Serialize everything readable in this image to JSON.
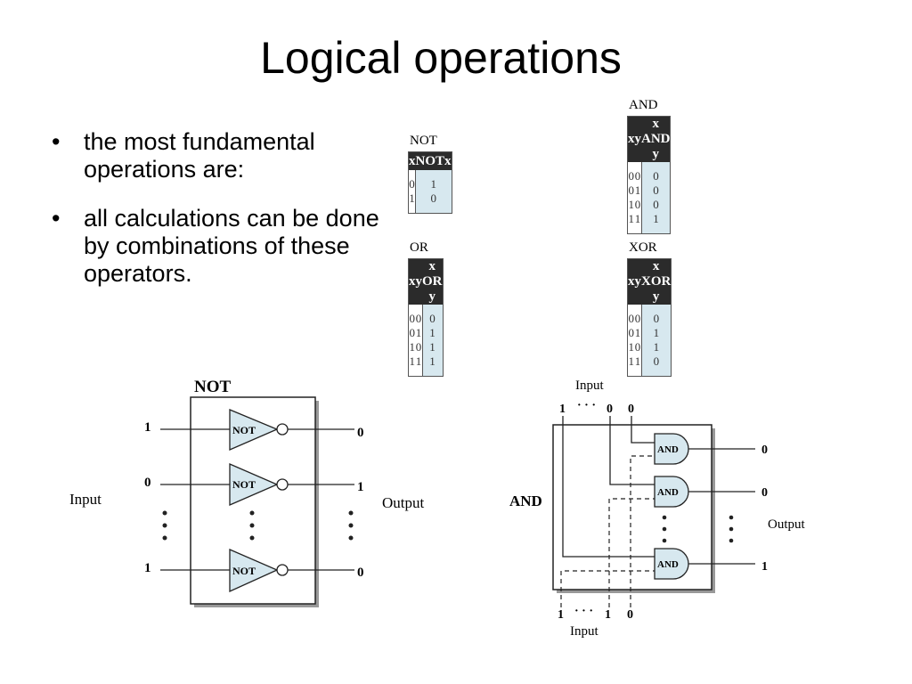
{
  "slide": {
    "title": "Logical operations",
    "bullets": [
      "the most fundamental operations are:",
      "all calculations can be done by combinations of these operators."
    ],
    "bullet_char": "•"
  },
  "tables": {
    "not": {
      "caption": "NOT",
      "headers": [
        "x",
        "NOTx"
      ],
      "rows": [
        [
          "0",
          "1"
        ],
        [
          "1",
          "0"
        ]
      ]
    },
    "and": {
      "caption": "AND",
      "headers": [
        "x",
        "y",
        "x  AND  y"
      ],
      "rows": [
        [
          "0",
          "0",
          "0"
        ],
        [
          "0",
          "1",
          "0"
        ],
        [
          "1",
          "0",
          "0"
        ],
        [
          "1",
          "1",
          "1"
        ]
      ]
    },
    "or": {
      "caption": "OR",
      "headers": [
        "x",
        "y",
        "x   OR   y"
      ],
      "rows": [
        [
          "0",
          "0",
          "0"
        ],
        [
          "0",
          "1",
          "1"
        ],
        [
          "1",
          "0",
          "1"
        ],
        [
          "1",
          "1",
          "1"
        ]
      ]
    },
    "xor": {
      "caption": "XOR",
      "headers": [
        "x",
        "y",
        "x  XOR  y"
      ],
      "rows": [
        [
          "0",
          "0",
          "0"
        ],
        [
          "0",
          "1",
          "1"
        ],
        [
          "1",
          "0",
          "1"
        ],
        [
          "1",
          "1",
          "0"
        ]
      ]
    }
  },
  "not_diagram": {
    "title": "NOT",
    "gate_label": "NOT",
    "input_label": "Input",
    "output_label": "Output",
    "inputs": [
      "1",
      "0",
      "1"
    ],
    "outputs": [
      "0",
      "1",
      "0"
    ]
  },
  "and_diagram": {
    "title": "AND",
    "gate_label": "AND",
    "top_input_label": "Input",
    "bottom_input_label": "Input",
    "output_label": "Output",
    "top_inputs": [
      "1",
      "0",
      "0"
    ],
    "bottom_inputs": [
      "1",
      "1",
      "0"
    ],
    "outputs": [
      "0",
      "0",
      "1"
    ],
    "dots": "· · ·"
  }
}
